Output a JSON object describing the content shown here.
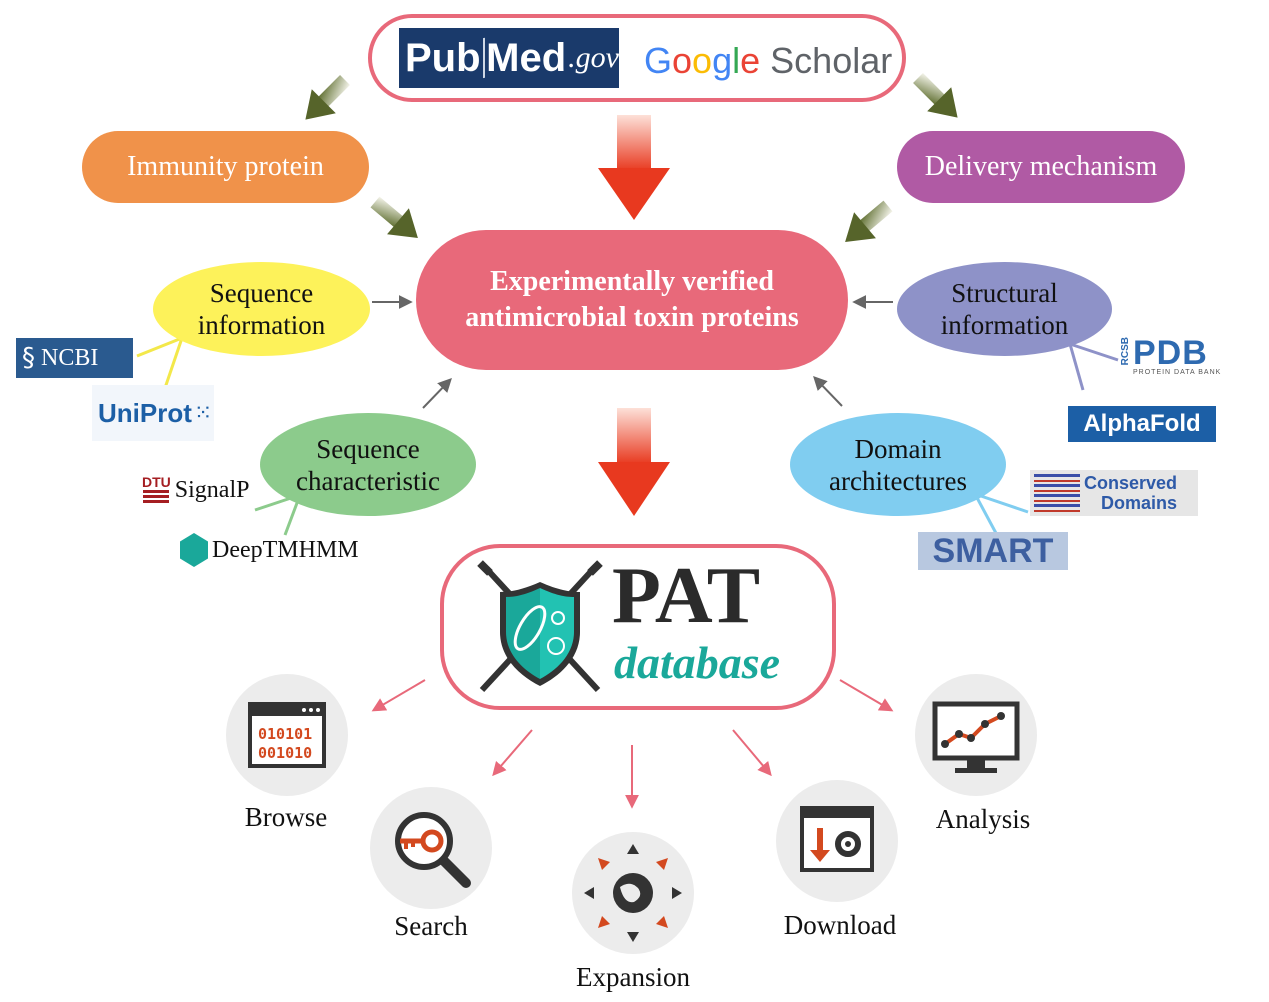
{
  "sources": {
    "pubmed": {
      "pub": "Pub",
      "med": "Med",
      "gov": ".gov"
    },
    "google_scholar": {
      "google": "Google",
      "scholar": "Scholar"
    }
  },
  "nodes": {
    "immunity": "Immunity protein",
    "delivery": "Delivery mechanism",
    "center_line1": "Experimentally verified",
    "center_line2": "antimicrobial toxin proteins",
    "seq_info_line1": "Sequence",
    "seq_info_line2": "information",
    "struct_info_line1": "Structural",
    "struct_info_line2": "information",
    "seq_char_line1": "Sequence",
    "seq_char_line2": "characteristic",
    "domain_line1": "Domain",
    "domain_line2": "architectures"
  },
  "tools": {
    "ncbi": "NCBI",
    "uniprot": "UniProt",
    "dtu": "DTU",
    "signalp": "SignalP",
    "deeptmhmm": "DeepTMHMM",
    "rcsb": "RCSB",
    "pdb": "PDB",
    "pdb_sub": "PROTEIN DATA BANK",
    "alphafold": "AlphaFold",
    "conserved_line1": "Conserved",
    "conserved_line2": "Domains",
    "smart": "SMART"
  },
  "database": {
    "title": "PAT",
    "subtitle": "database"
  },
  "features": {
    "browse": "Browse",
    "search": "Search",
    "expansion": "Expansion",
    "download": "Download",
    "analysis": "Analysis",
    "binary_line1": "010101",
    "binary_line2": "001010"
  },
  "colors": {
    "pink": "#e8697a",
    "orange": "#f0924a",
    "purple": "#b05aa4",
    "yellow": "#fdf25a",
    "lavender": "#8e92c8",
    "green": "#8ccb8c",
    "lightblue": "#80cdf0",
    "teal": "#1aa89a"
  }
}
